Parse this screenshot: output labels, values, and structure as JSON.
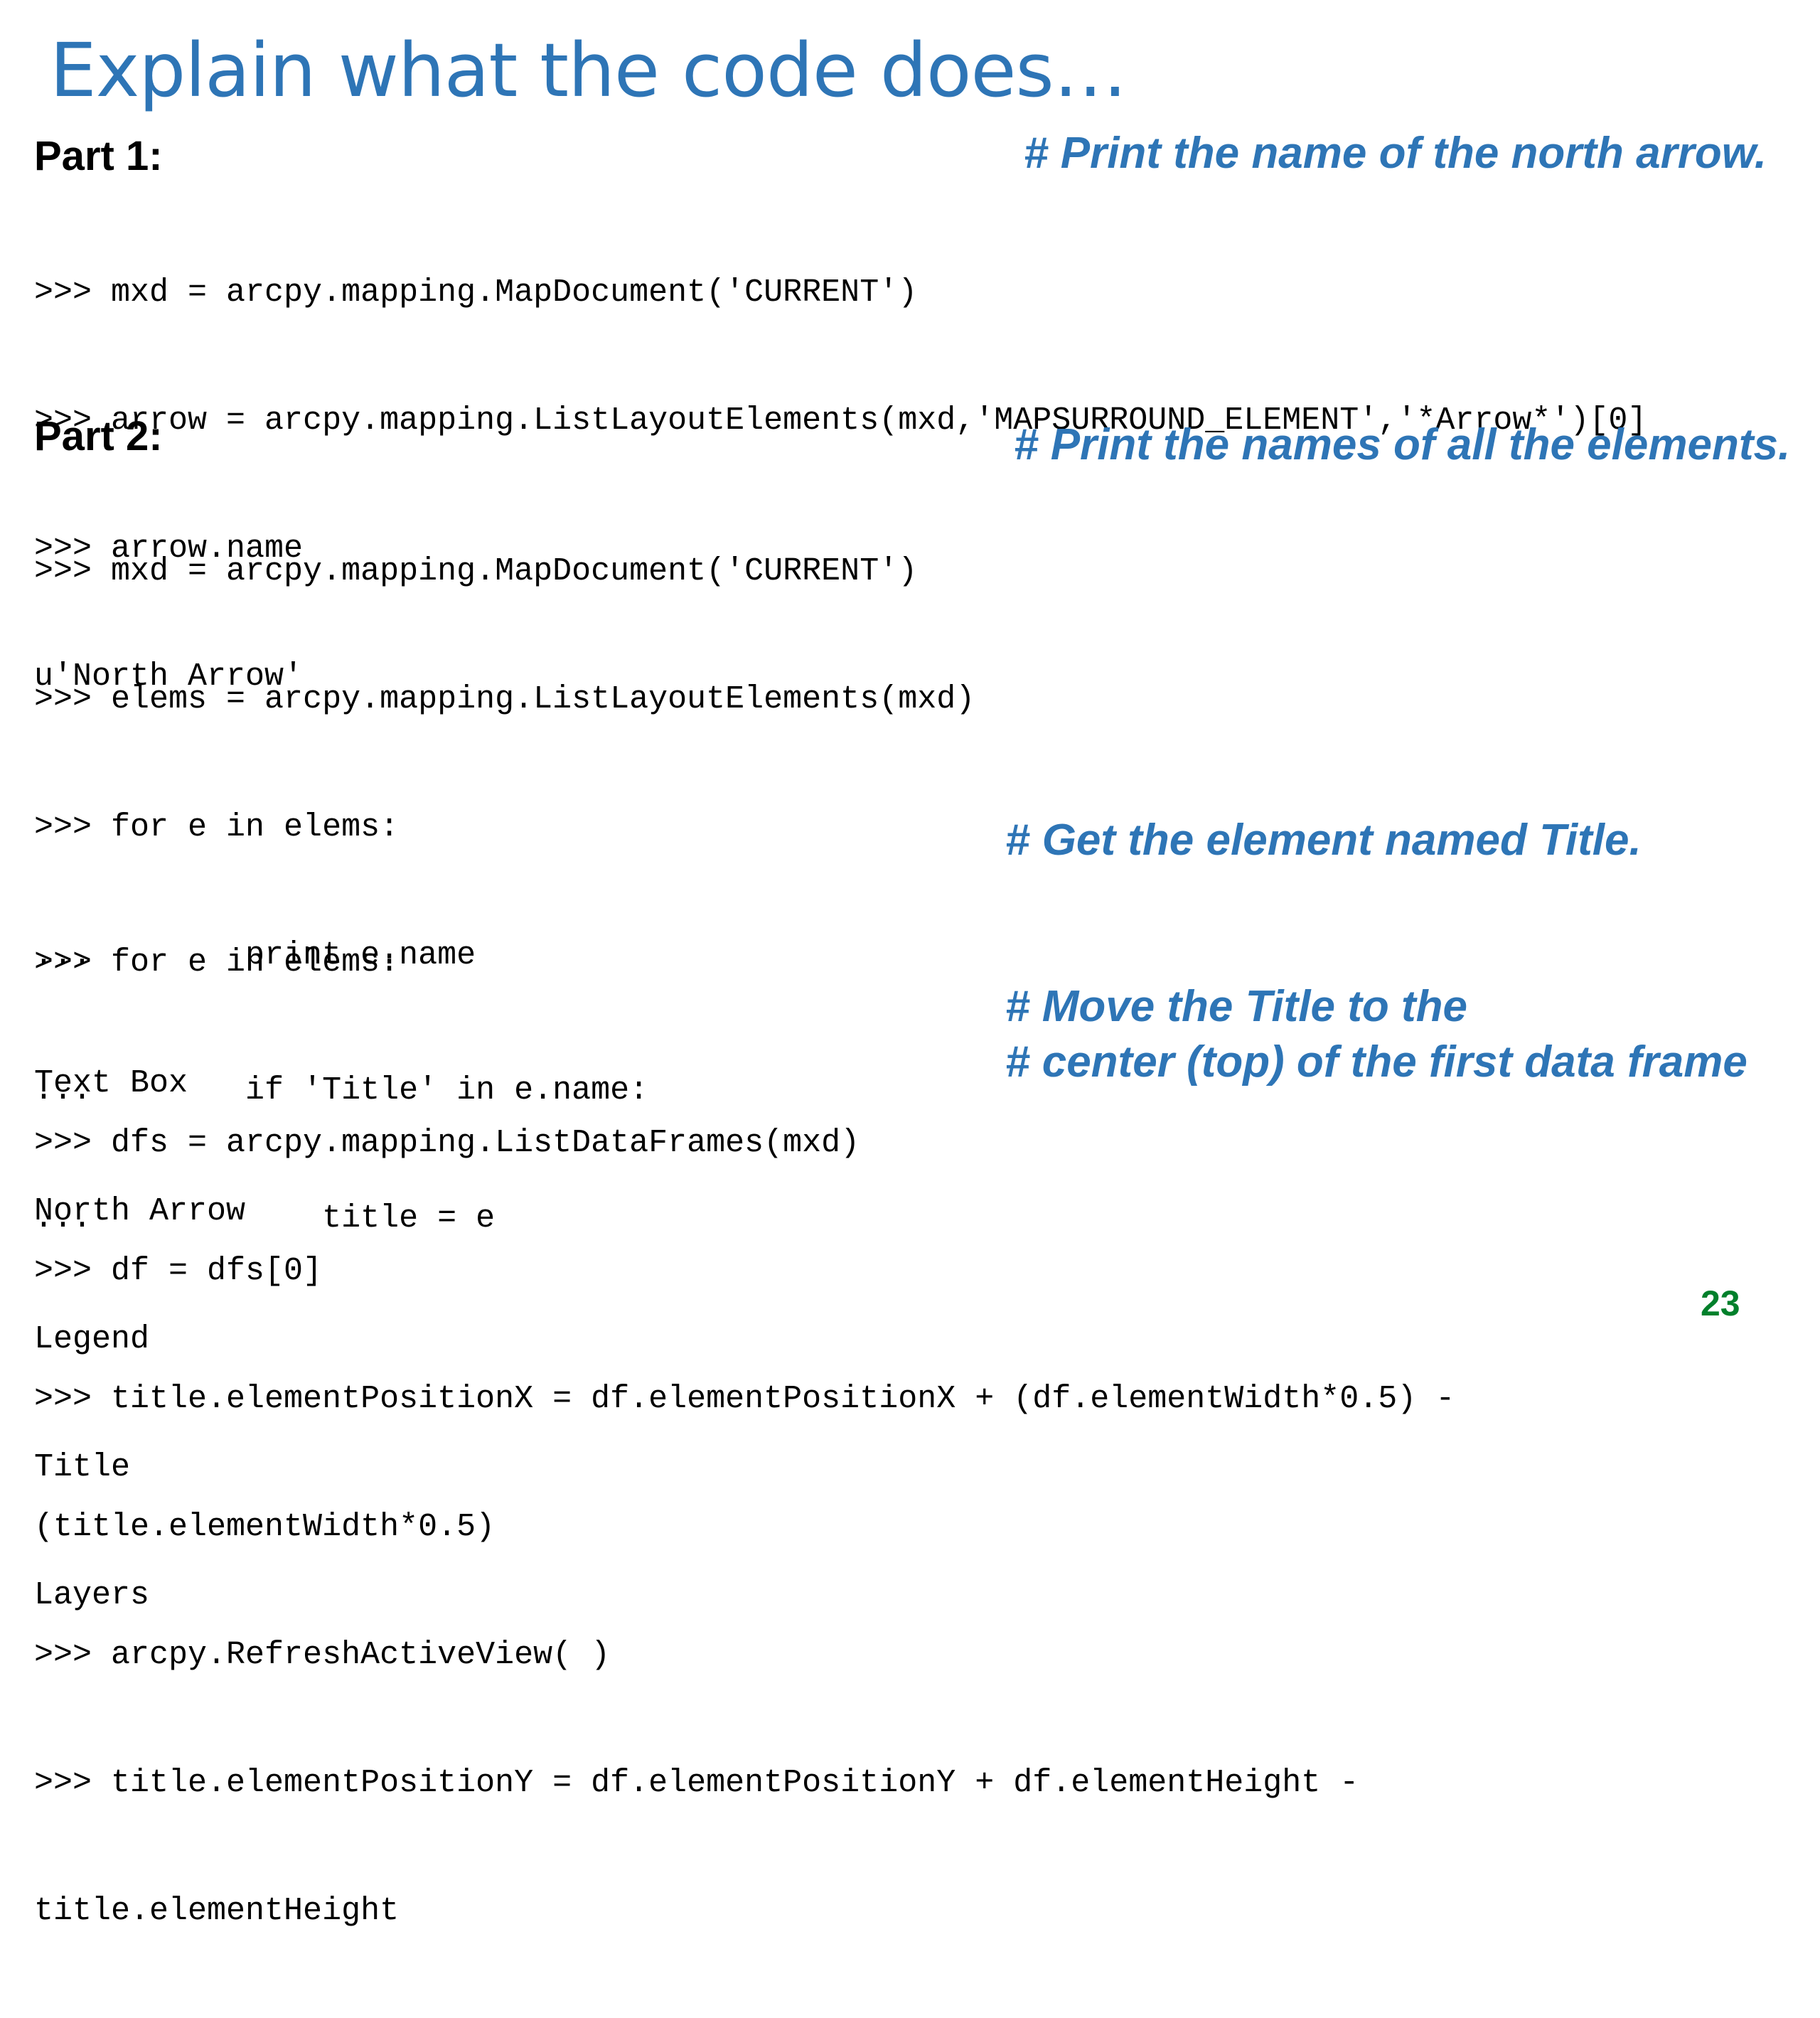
{
  "slide": {
    "title": "Explain what the code does…",
    "page_number": "23"
  },
  "part1": {
    "label": "Part 1:",
    "comment": "# Print the name of the north arrow.",
    "code": [
      ">>> mxd = arcpy.mapping.MapDocument('CURRENT')",
      ">>> arrow = arcpy.mapping.ListLayoutElements(mxd,'MAPSURROUND_ELEMENT','*Arrow*')[0]",
      ">>> arrow.name",
      "u'North Arrow'"
    ]
  },
  "part2": {
    "label": "Part 2:",
    "comment_all_elements": "# Print the names of all the elements.",
    "code_block_a": [
      ">>> mxd = arcpy.mapping.MapDocument('CURRENT')",
      ">>> elems = arcpy.mapping.ListLayoutElements(mxd)",
      ">>> for e in elems:",
      "...        print e.name",
      "Text Box",
      "North Arrow",
      "Legend",
      "Title",
      "Layers"
    ],
    "comment_get_title": "# Get the element named Title.",
    "code_block_b": [
      ">>> for e in elems:",
      "...        if 'Title' in e.name:",
      "...            title = e"
    ],
    "comment_move_line1": "# Move the Title to the",
    "comment_move_line2": "# center (top) of the first data frame",
    "code_block_c": [
      ">>> dfs = arcpy.mapping.ListDataFrames(mxd)",
      ">>> df = dfs[0]",
      ">>> title.elementPositionX = df.elementPositionX + (df.elementWidth*0.5) -",
      "(title.elementWidth*0.5)",
      ">>> arcpy.RefreshActiveView( )",
      ">>> title.elementPositionY = df.elementPositionY + df.elementHeight -",
      "title.elementHeight"
    ]
  },
  "colors": {
    "title": "#2e75b6",
    "comment": "#2e75b6",
    "page_number": "#00802b",
    "code": "#000000"
  }
}
